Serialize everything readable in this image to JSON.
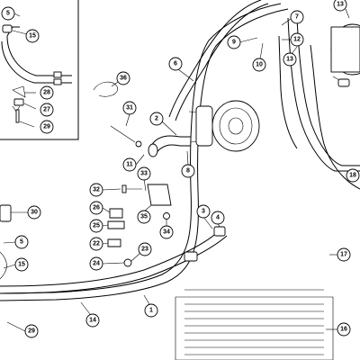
{
  "title": "",
  "callouts": [
    {
      "id": "c5a",
      "label": "5"
    },
    {
      "id": "c15a",
      "label": "15"
    },
    {
      "id": "c36",
      "label": "36"
    },
    {
      "id": "c28",
      "label": "28"
    },
    {
      "id": "c27",
      "label": "27"
    },
    {
      "id": "c29a",
      "label": "29"
    },
    {
      "id": "c6",
      "label": "6"
    },
    {
      "id": "c7",
      "label": "7"
    },
    {
      "id": "c9",
      "label": "9"
    },
    {
      "id": "c10",
      "label": "10"
    },
    {
      "id": "c12",
      "label": "12"
    },
    {
      "id": "c13a",
      "label": "13"
    },
    {
      "id": "c13b",
      "label": "13"
    },
    {
      "id": "c31",
      "label": "31"
    },
    {
      "id": "c2",
      "label": "2"
    },
    {
      "id": "c11",
      "label": "11"
    },
    {
      "id": "c8",
      "label": "8"
    },
    {
      "id": "c18a",
      "label": "18"
    },
    {
      "id": "c33",
      "label": "33"
    },
    {
      "id": "c32",
      "label": "32"
    },
    {
      "id": "c26",
      "label": "26"
    },
    {
      "id": "c25",
      "label": "25"
    },
    {
      "id": "c35",
      "label": "35"
    },
    {
      "id": "c34",
      "label": "34"
    },
    {
      "id": "c22",
      "label": "22"
    },
    {
      "id": "c23",
      "label": "23"
    },
    {
      "id": "c24",
      "label": "24"
    },
    {
      "id": "c3",
      "label": "3"
    },
    {
      "id": "c4",
      "label": "4"
    },
    {
      "id": "c30",
      "label": "30"
    },
    {
      "id": "c5b",
      "label": "5"
    },
    {
      "id": "c15b",
      "label": "15"
    },
    {
      "id": "c17",
      "label": "17"
    },
    {
      "id": "c14",
      "label": "14"
    },
    {
      "id": "c1",
      "label": "1"
    },
    {
      "id": "c29b",
      "label": "29"
    },
    {
      "id": "c16",
      "label": "16"
    }
  ]
}
